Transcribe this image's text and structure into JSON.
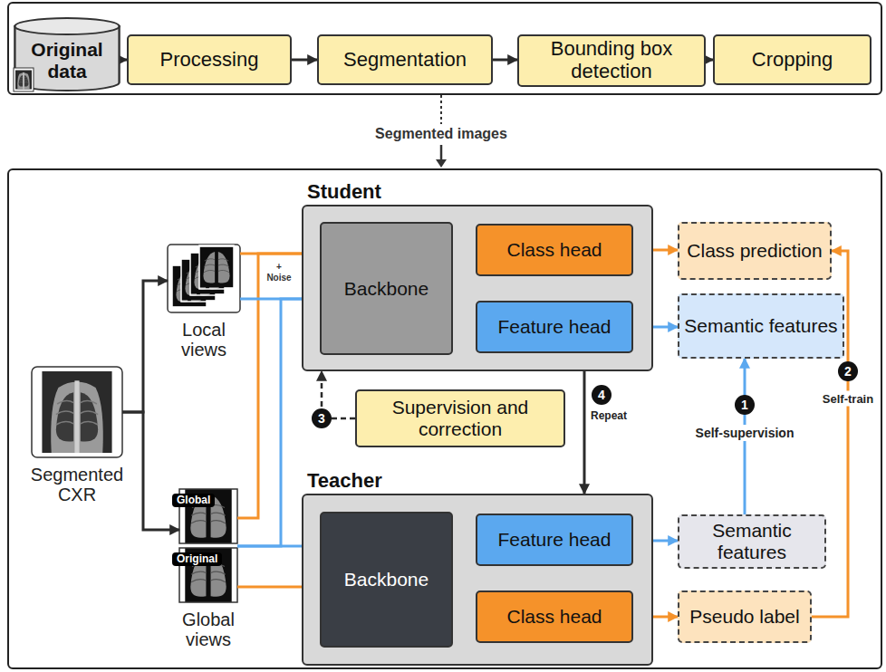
{
  "diagram": {
    "nodes": [
      {
        "text": [
          "Original data"
        ]
      },
      {
        "text": [
          "Processing"
        ]
      },
      {
        "text": [
          "Segmentation"
        ]
      },
      {
        "text": [
          "Bounding box detection"
        ]
      },
      {
        "text": [
          "Cropping"
        ]
      },
      {
        "text": [
          "Student"
        ]
      },
      {
        "text": [
          "Backbone"
        ],
        "in": 5
      },
      {
        "text": [
          "Class head"
        ],
        "in": 5
      },
      {
        "text": [
          "Feature head"
        ],
        "in": 5
      },
      {
        "text": [
          "Local views"
        ]
      },
      {
        "text": [
          "Segmented CXR"
        ]
      },
      {
        "text": [
          "Global views"
        ]
      },
      {
        "text": [
          "Global"
        ],
        "in": 11
      },
      {
        "text": [
          "Original"
        ],
        "in": 11
      },
      {
        "text": [
          "Class prediction"
        ]
      },
      {
        "text": [
          "Semantic features"
        ]
      },
      {
        "text": [
          "Supervision and correction"
        ]
      },
      {
        "text": [
          "Teacher"
        ]
      },
      {
        "text": [
          "Backbone"
        ],
        "in": 17
      },
      {
        "text": [
          "Feature head"
        ],
        "in": 17
      },
      {
        "text": [
          "Class head"
        ],
        "in": 17
      },
      {
        "text": [
          "Semantic features"
        ]
      },
      {
        "text": [
          "Pseudo label"
        ]
      }
    ],
    "edges": [
      {
        "from": 0,
        "to": 1,
        "arrow": "to"
      },
      {
        "from": 1,
        "to": 2,
        "arrow": "to"
      },
      {
        "from": 2,
        "to": 3,
        "arrow": "to"
      },
      {
        "from": 3,
        "to": 4,
        "arrow": "to"
      },
      {
        "from": 10,
        "to": 9,
        "arrow": "to"
      },
      {
        "from": 10,
        "to": 11,
        "arrow": "to"
      },
      {
        "from": 9,
        "to": 6,
        "arrow": "to"
      },
      {
        "from": 12,
        "to": 6,
        "arrow": "to"
      },
      {
        "from": 9,
        "to": 6,
        "arrow": "to"
      },
      {
        "from": 11,
        "to": 6,
        "arrow": "to"
      },
      {
        "from": 11,
        "to": 18,
        "arrow": "to"
      },
      {
        "from": 13,
        "to": 18,
        "arrow": "to"
      },
      {
        "from": 6,
        "to": 7,
        "arrow": "none"
      },
      {
        "from": 6,
        "to": 8,
        "arrow": "none"
      },
      {
        "from": 7,
        "to": 14,
        "arrow": "to"
      },
      {
        "from": 8,
        "to": 15,
        "arrow": "to"
      },
      {
        "from": 18,
        "to": 19,
        "arrow": "none"
      },
      {
        "from": 18,
        "to": 20,
        "arrow": "none"
      },
      {
        "from": 19,
        "to": 21,
        "arrow": "to"
      },
      {
        "from": 20,
        "to": 22,
        "arrow": "to"
      },
      {
        "from": 21,
        "to": 15,
        "label": "Self-supervision",
        "arrow": "to"
      },
      {
        "from": 22,
        "to": 14,
        "label": "Self-train",
        "arrow": "to"
      },
      {
        "from": 16,
        "to": 5,
        "arrow": "to"
      },
      {
        "from": 5,
        "to": 17,
        "label": "Repeat",
        "arrow": "to"
      }
    ],
    "labels": [
      "Segmented images",
      "+ Noise",
      "1",
      "2",
      "3",
      "4"
    ]
  }
}
